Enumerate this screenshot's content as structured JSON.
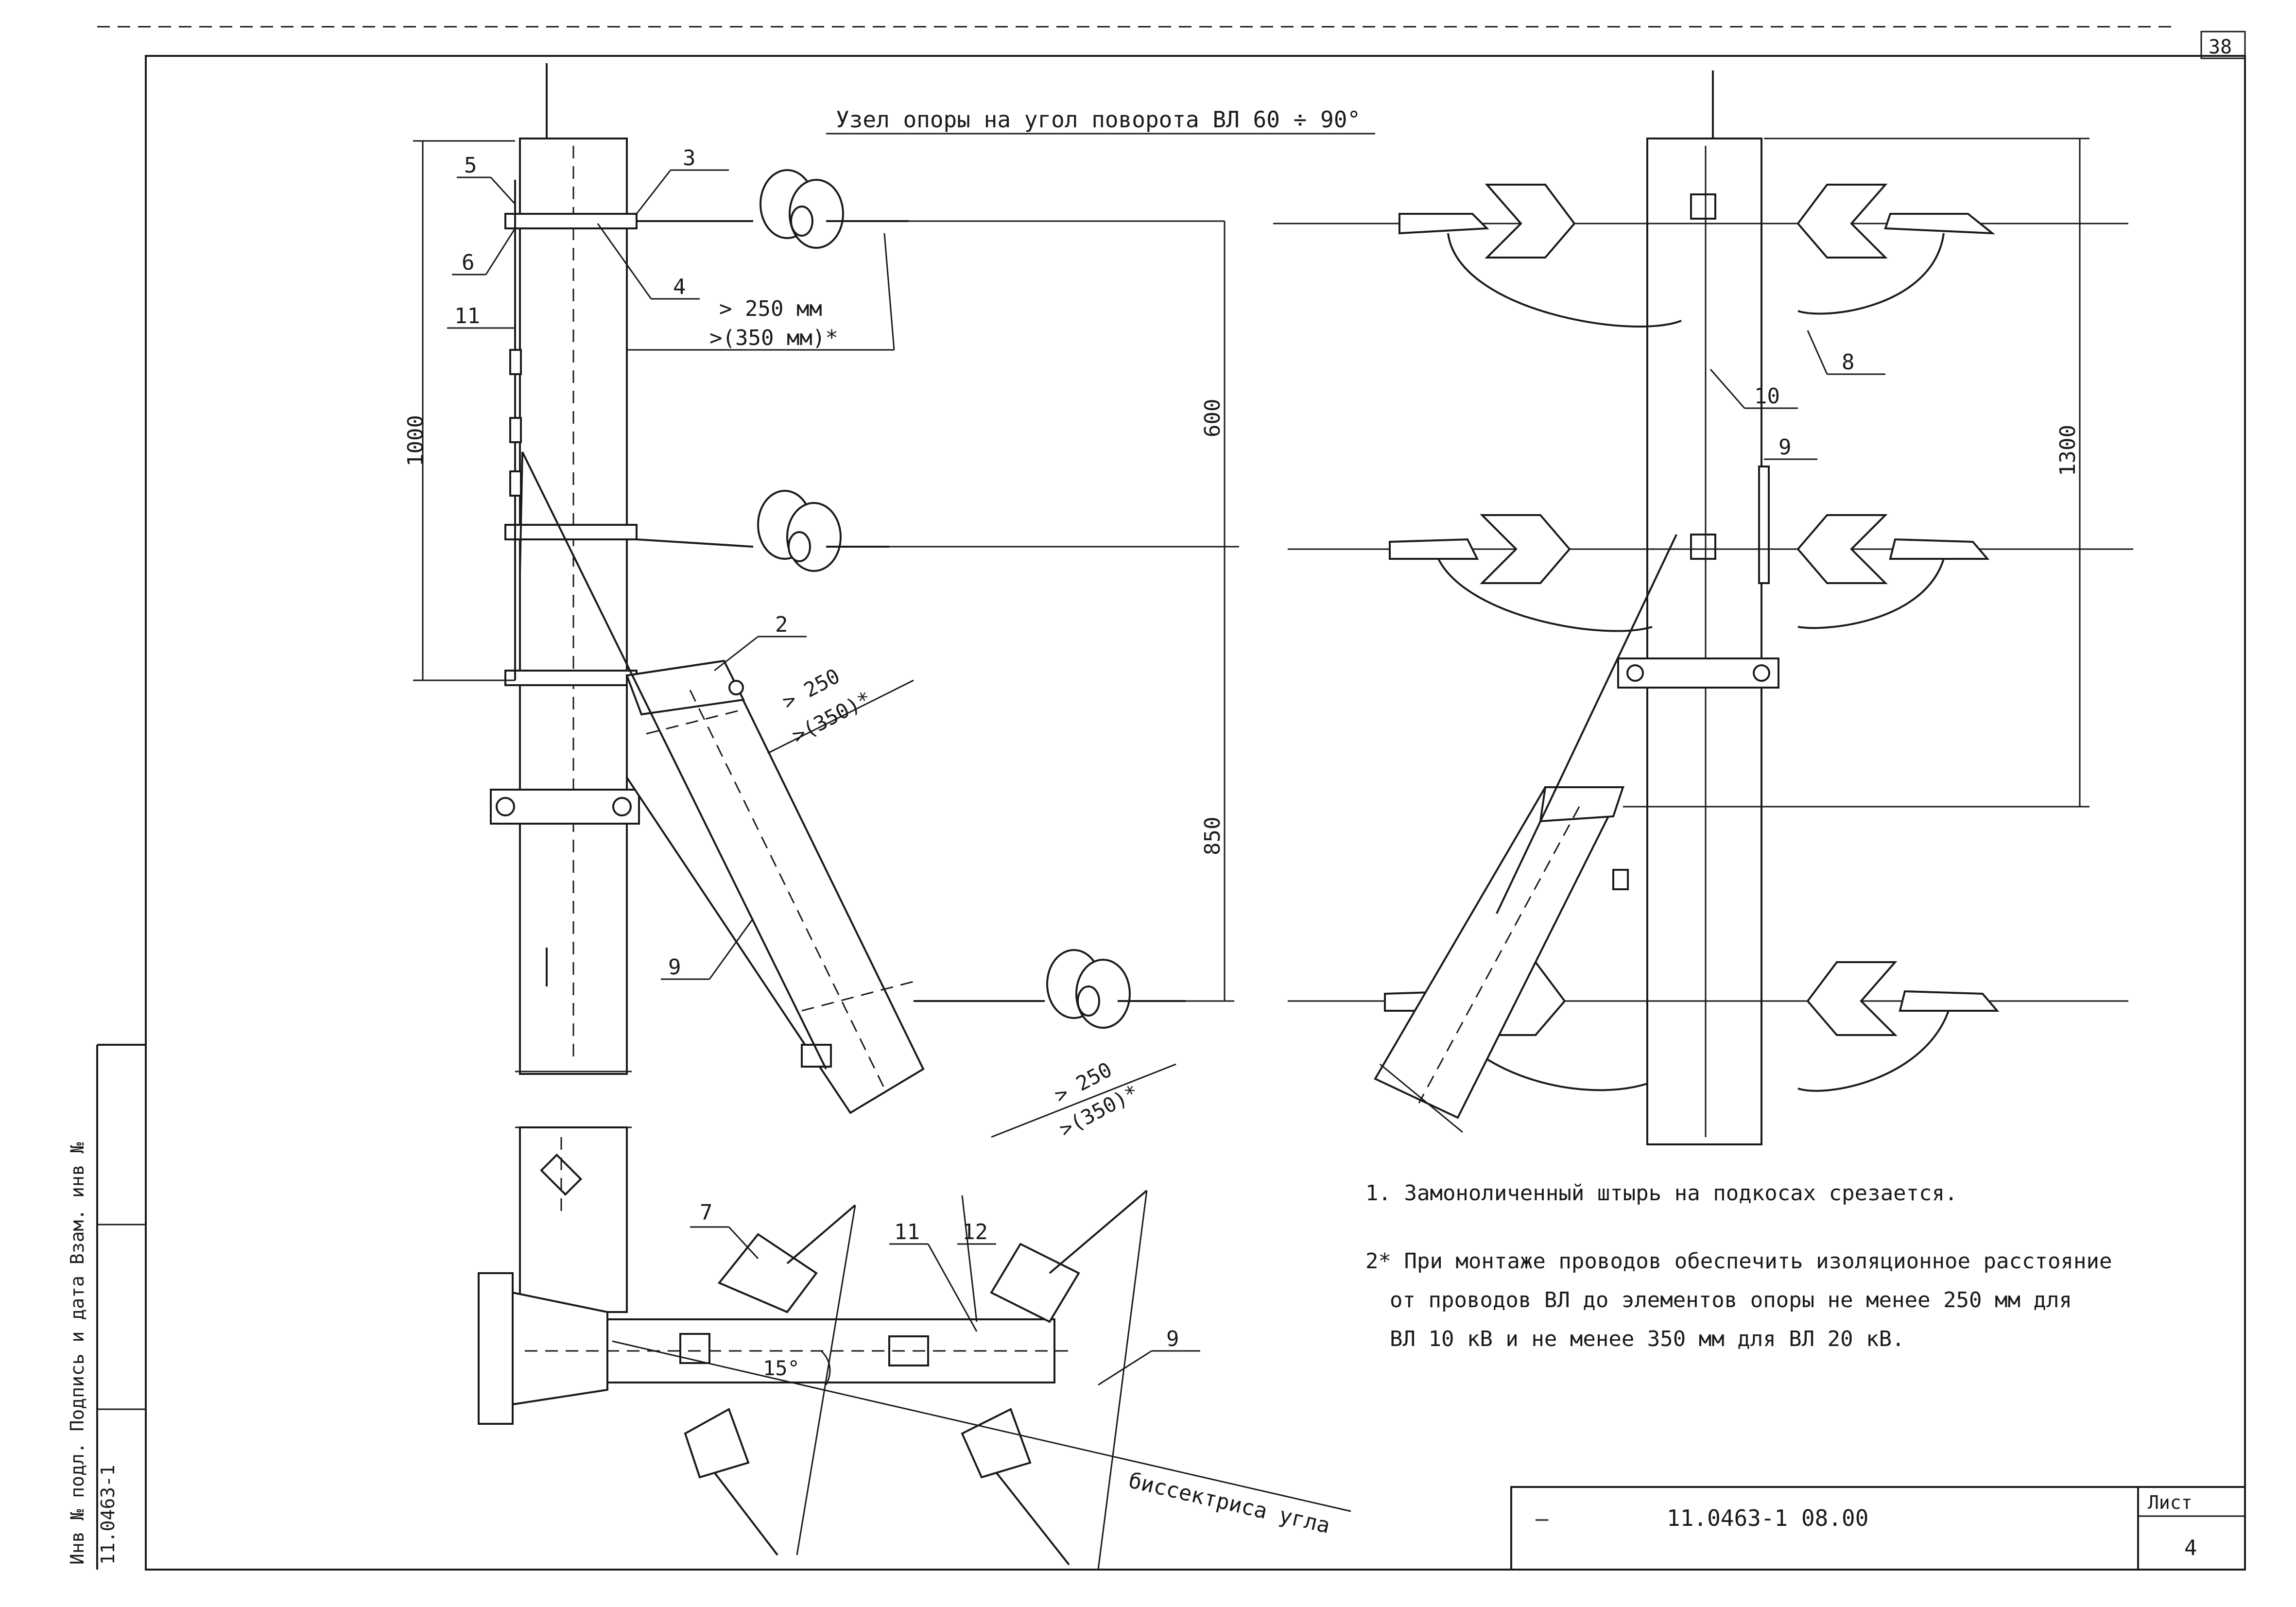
{
  "title": "Узел опоры на угол поворота ВЛ 60 ÷ 90°",
  "sheet_corner_number": "38",
  "dimensions": {
    "d1": "> 250 мм",
    "d1b": ">(350 мм)*",
    "d2": "> 250",
    "d2b": ">(350)*",
    "d3": "> 250",
    "d3b": ">(350)*",
    "v1000": "1000",
    "v600": "600",
    "v850": "850",
    "v1300": "1300",
    "angle": "15°"
  },
  "callouts": {
    "c2": "2",
    "c3": "3",
    "c4": "4",
    "c5": "5",
    "c6": "6",
    "c7": "7",
    "c8": "8",
    "c9a": "9",
    "c9b": "9",
    "c9c": "9",
    "c10": "10",
    "c11a": "11",
    "c11b": "11",
    "c12": "12"
  },
  "bisector_label": "биссектриса угла",
  "notes": [
    "1. Замоноличенный штырь на подкосах срезается.",
    "2* При монтаже проводов обеспечить изоляционное расстояние",
    "от проводов ВЛ до элементов опоры не менее 250 мм для",
    "ВЛ 10 кВ и не менее 350 мм для ВЛ 20 кВ."
  ],
  "side_stamp": {
    "text": "Инв № подл. Подпись и дата Взам. инв №",
    "code": "11.0463-1"
  },
  "title_block": {
    "dash": "–",
    "code": "11.0463-1 08.00",
    "sheet_label": "Лист",
    "sheet_number": "4"
  }
}
